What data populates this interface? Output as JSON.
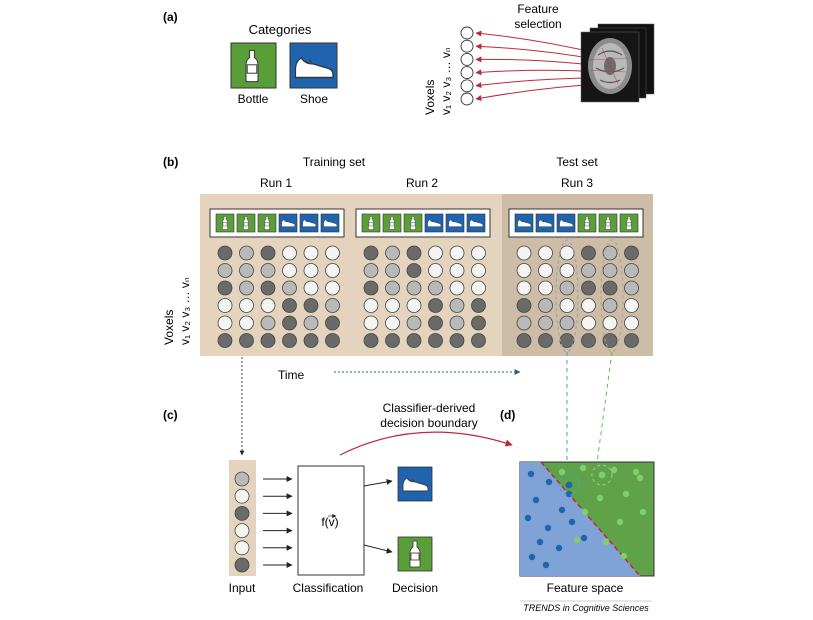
{
  "panel_a": {
    "label": "(a)",
    "categories_title": "Categories",
    "bottle_label": "Bottle",
    "shoe_label": "Shoe",
    "feature_selection_line1": "Feature",
    "feature_selection_line2": "selection",
    "voxels_label": "Voxels",
    "voxel_symbols": "v₁ v₂ v₃ … vₙ"
  },
  "panel_b": {
    "label": "(b)",
    "training_set": "Training set",
    "test_set": "Test set",
    "runs": [
      {
        "label": "Run 1",
        "stimuli": [
          "bottle",
          "bottle",
          "bottle",
          "shoe",
          "shoe",
          "shoe"
        ],
        "grid": [
          [
            3,
            2,
            3,
            1,
            1,
            1
          ],
          [
            2,
            2,
            2,
            1,
            1,
            1
          ],
          [
            3,
            2,
            3,
            2,
            1,
            1
          ],
          [
            1,
            1,
            1,
            3,
            3,
            2
          ],
          [
            1,
            1,
            2,
            3,
            2,
            3
          ],
          [
            3,
            3,
            3,
            3,
            3,
            3
          ]
        ]
      },
      {
        "label": "Run 2",
        "stimuli": [
          "bottle",
          "bottle",
          "bottle",
          "shoe",
          "shoe",
          "shoe"
        ],
        "grid": [
          [
            3,
            2,
            3,
            1,
            1,
            1
          ],
          [
            2,
            2,
            3,
            1,
            1,
            1
          ],
          [
            3,
            2,
            2,
            2,
            1,
            1
          ],
          [
            1,
            1,
            1,
            3,
            2,
            3
          ],
          [
            1,
            1,
            2,
            3,
            2,
            3
          ],
          [
            3,
            3,
            3,
            3,
            3,
            3
          ]
        ]
      },
      {
        "label": "Run 3",
        "stimuli": [
          "shoe",
          "shoe",
          "shoe",
          "bottle",
          "bottle",
          "bottle"
        ],
        "grid": [
          [
            1,
            1,
            1,
            3,
            2,
            3
          ],
          [
            1,
            1,
            1,
            2,
            2,
            2
          ],
          [
            1,
            1,
            2,
            3,
            3,
            2
          ],
          [
            3,
            2,
            1,
            1,
            2,
            1
          ],
          [
            2,
            2,
            2,
            1,
            1,
            1
          ],
          [
            3,
            3,
            3,
            3,
            3,
            3
          ]
        ]
      }
    ],
    "voxels_label": "Voxels",
    "voxel_symbols": "v₁ v₂ v₃ … vₙ",
    "time_label": "Time"
  },
  "panel_c": {
    "label": "(c)",
    "boundary_line1": "Classifier-derived",
    "boundary_line2": "decision boundary",
    "function_label": "f(v)",
    "input_label": "Input",
    "classification_label": "Classification",
    "decision_label": "Decision",
    "input_column": [
      2,
      1,
      3,
      1,
      1,
      3
    ]
  },
  "panel_d": {
    "label": "(d)",
    "feature_space_label": "Feature space"
  },
  "credit": "TRENDS in Cognitive Sciences",
  "colors": {
    "bottle_green": "#5a9e3a",
    "shoe_blue": "#1f64ad",
    "training_bg": "#e4d4bd",
    "test_bg": "#cdbca6",
    "arrow_red": "#c0283a",
    "dashed_blue": "#3aa8c8",
    "dashed_green": "#5bbf4a",
    "voxel_light": "#f4f4f4",
    "voxel_mid": "#b9b9b9",
    "voxel_dark": "#6a6a6a"
  }
}
